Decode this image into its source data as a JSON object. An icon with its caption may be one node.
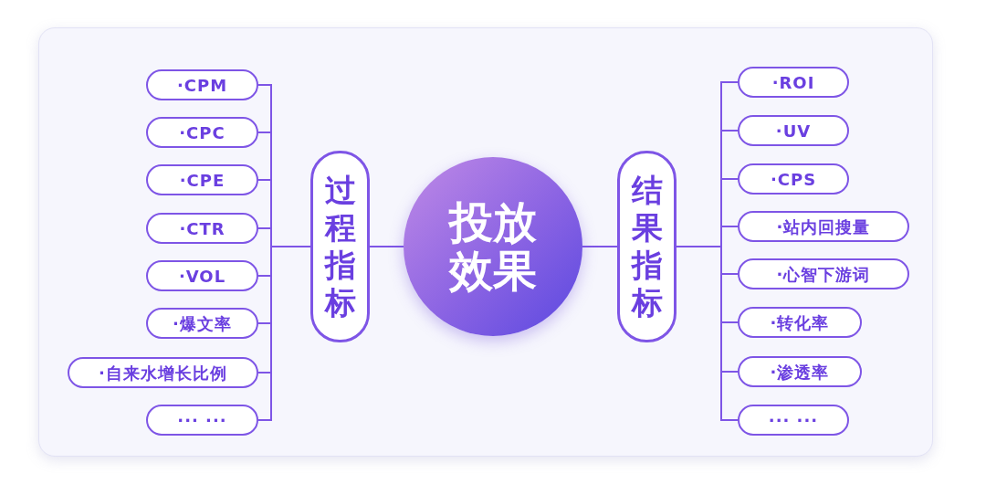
{
  "diagram": {
    "nodes": [
      {
        "text": [
          "投放效果"
        ]
      },
      {
        "text": [
          "过程指标"
        ]
      },
      {
        "text": [
          "结果指标"
        ]
      },
      {
        "text": [
          "·CPM"
        ]
      },
      {
        "text": [
          "·CPC"
        ]
      },
      {
        "text": [
          "·CPE"
        ]
      },
      {
        "text": [
          "·CTR"
        ]
      },
      {
        "text": [
          "·VOL"
        ]
      },
      {
        "text": [
          "·爆文率"
        ]
      },
      {
        "text": [
          "·自来水增长比例"
        ]
      },
      {
        "text": [
          "··· ···"
        ]
      },
      {
        "text": [
          "·ROI"
        ]
      },
      {
        "text": [
          "·UV"
        ]
      },
      {
        "text": [
          "·CPS"
        ]
      },
      {
        "text": [
          "·站内回搜量"
        ]
      },
      {
        "text": [
          "·心智下游词"
        ]
      },
      {
        "text": [
          "·转化率"
        ]
      },
      {
        "text": [
          "·渗透率"
        ]
      },
      {
        "text": [
          "··· ···"
        ]
      }
    ],
    "edges": [
      {
        "from": 0,
        "to": 1,
        "arrow": "none"
      },
      {
        "from": 0,
        "to": 2,
        "arrow": "none"
      },
      {
        "from": 1,
        "to": 3,
        "arrow": "none"
      },
      {
        "from": 1,
        "to": 4,
        "arrow": "none"
      },
      {
        "from": 1,
        "to": 5,
        "arrow": "none"
      },
      {
        "from": 1,
        "to": 6,
        "arrow": "none"
      },
      {
        "from": 1,
        "to": 7,
        "arrow": "none"
      },
      {
        "from": 1,
        "to": 8,
        "arrow": "none"
      },
      {
        "from": 1,
        "to": 9,
        "arrow": "none"
      },
      {
        "from": 1,
        "to": 10,
        "arrow": "none"
      },
      {
        "from": 2,
        "to": 11,
        "arrow": "none"
      },
      {
        "from": 2,
        "to": 12,
        "arrow": "none"
      },
      {
        "from": 2,
        "to": 13,
        "arrow": "none"
      },
      {
        "from": 2,
        "to": 14,
        "arrow": "none"
      },
      {
        "from": 2,
        "to": 15,
        "arrow": "none"
      },
      {
        "from": 2,
        "to": 16,
        "arrow": "none"
      },
      {
        "from": 2,
        "to": 17,
        "arrow": "none"
      },
      {
        "from": 2,
        "to": 18,
        "arrow": "none"
      }
    ]
  }
}
